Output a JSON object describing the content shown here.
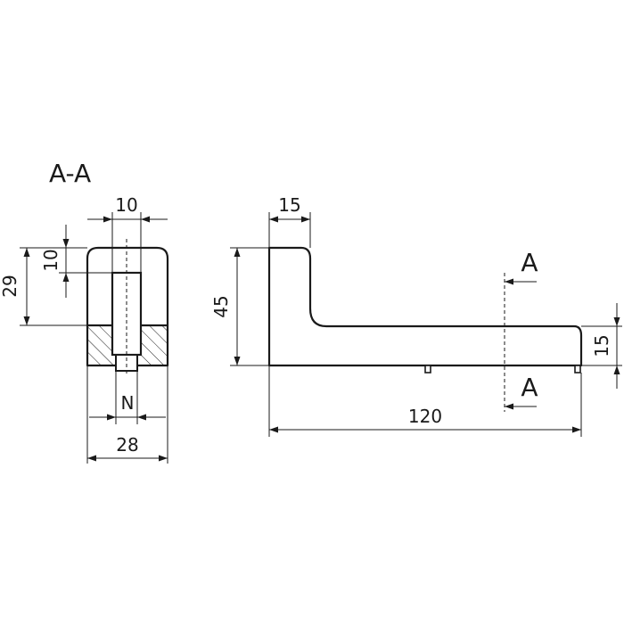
{
  "section_view": {
    "title": "A-A",
    "dim_top_width": "10",
    "dim_height_total": "29",
    "dim_height_upper": "10",
    "dim_thread": "N",
    "dim_bottom_width": "28"
  },
  "side_view": {
    "dim_upright_width": "15",
    "dim_total_height": "45",
    "dim_arm_height": "15",
    "dim_total_length": "120",
    "section_mark_top": "A",
    "section_mark_bottom": "A"
  }
}
